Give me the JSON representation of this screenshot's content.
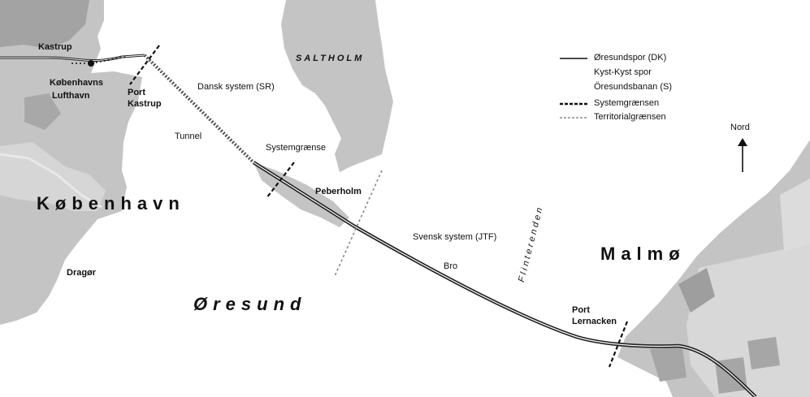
{
  "labels": {
    "kastrup": "Kastrup",
    "airport_line1": "Københavns",
    "airport_line2": "Lufthavn",
    "port_kastrup_line1": "Port",
    "port_kastrup_line2": "Kastrup",
    "saltholm": "SALTHOLM",
    "dansk_system": "Dansk system (SR)",
    "tunnel": "Tunnel",
    "systemgraense": "Systemgrænse",
    "koebenhavn": "København",
    "peberholm": "Peberholm",
    "svensk_system": "Svensk system (JTF)",
    "bro": "Bro",
    "flinterenden": "Flinterenden",
    "malmoe": "Malmø",
    "oeresund": "Øresund",
    "dragoer": "Dragør",
    "port_lernacken_line1": "Port",
    "port_lernacken_line2": "Lernacken",
    "north": "Nord"
  },
  "legend": [
    {
      "key": "oeresundspor",
      "label": "Øresundspor (DK)"
    },
    {
      "key": "kyst_kyst",
      "label": "Kyst-Kyst spor"
    },
    {
      "key": "oeresundsbanan",
      "label": "Öresundsbanan (S)"
    },
    {
      "key": "systemgraensen",
      "label": "Systemgrænsen"
    },
    {
      "key": "territorialgraensen",
      "label": "Territorialgrænsen"
    }
  ],
  "colors": {
    "water": "#ffffff",
    "land": "#c4c4c4",
    "land_light": "#d8d8d8",
    "land_dark": "#9a9a9a",
    "rail": "#222222",
    "boundary": "#111111",
    "territorial": "#888888"
  },
  "icons": {
    "north": "north-arrow-icon",
    "station": "station-dot-icon"
  }
}
